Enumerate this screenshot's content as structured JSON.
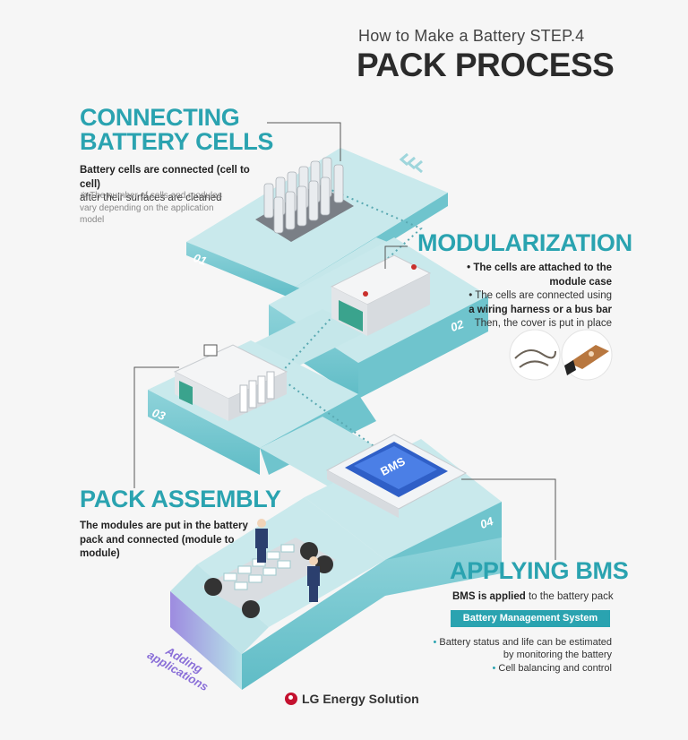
{
  "header": {
    "subtitle": "How to Make a Battery STEP.4",
    "title": "PACK PROCESS"
  },
  "steps": [
    {
      "number": "01",
      "title_line1": "CONNECTING",
      "title_line2": "BATTERY CELLS",
      "desc_bold": "Battery cells are connected (cell to cell)",
      "desc_rest": "after their surfaces are cleaned",
      "note": "※ The number of cells and modules vary depending on the application model"
    },
    {
      "number": "02",
      "title": "MODULARIZATION",
      "bullet1_bold": "• The cells are attached to the module case",
      "bullet2_pre": "• The cells are connected using",
      "bullet2_bold": "a wiring harness or a bus bar",
      "bullet2_post": "Then, the cover is put in place"
    },
    {
      "number": "03",
      "title": "PACK ASSEMBLY",
      "desc": "The modules are put in the battery pack and connected (module to module)"
    },
    {
      "number": "04",
      "title": "APPLYING BMS",
      "desc_bold": "BMS is applied",
      "desc_rest": " to the battery pack",
      "box_label": "Battery Management System",
      "bullets": [
        "Battery status and life can be estimated by monitoring the battery",
        "Cell balancing and control"
      ],
      "chip_label": "BMS"
    }
  ],
  "adding_label_line1": "Adding",
  "adding_label_line2": "applications",
  "footer": {
    "brand": "LG Energy Solution"
  },
  "colors": {
    "accent": "#2aa3b0",
    "platform_top": "#bfe4e8",
    "platform_side": "#7ccbd3",
    "purple": "#8a6fd8"
  }
}
